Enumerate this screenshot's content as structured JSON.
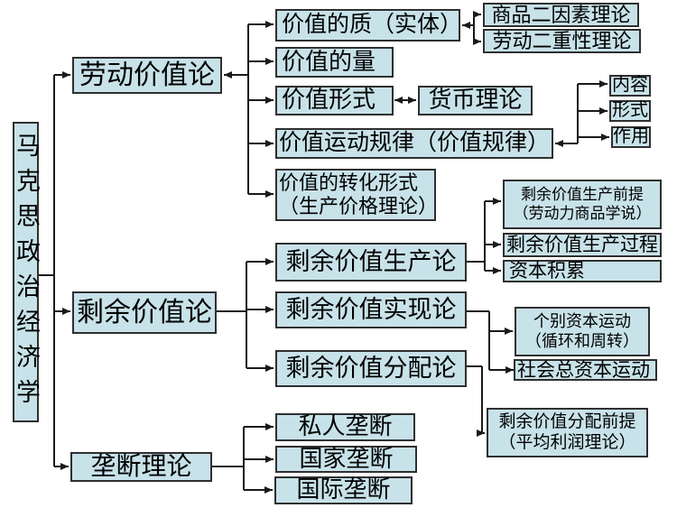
{
  "colors": {
    "box_fill": "#c8e2e9",
    "box_border": "#2f2f2f",
    "line": "#1a1a1a",
    "background": "#ffffff"
  },
  "tree": {
    "root": {
      "label": "马克思政治经济学"
    },
    "branches": [
      {
        "label": "劳动价值论",
        "children": [
          {
            "label": "价值的质（实体）",
            "children": [
              {
                "label": "商品二因素理论"
              },
              {
                "label": "劳动二重性理论"
              }
            ]
          },
          {
            "label": "价值的量"
          },
          {
            "label": "价值形式",
            "children": [
              {
                "label": "货币理论"
              }
            ]
          },
          {
            "label": "价值运动规律（价值规律）",
            "children": [
              {
                "label": "内容"
              },
              {
                "label": "形式"
              },
              {
                "label": "作用"
              }
            ]
          },
          {
            "label": "价值的转化形式\n（生产价格理论）"
          }
        ]
      },
      {
        "label": "剩余价值论",
        "children": [
          {
            "label": "剩余价值生产论",
            "children": [
              {
                "label": "剩余价值生产前提\n（劳动力商品学说）"
              },
              {
                "label": "剩余价值生产过程"
              },
              {
                "label": "资本积累"
              }
            ]
          },
          {
            "label": "剩余价值实现论",
            "children": [
              {
                "label": "个别资本运动\n（循环和周转）"
              },
              {
                "label": "社会总资本运动"
              }
            ]
          },
          {
            "label": "剩余价值分配论",
            "children": [
              {
                "label": "剩余价值分配前提\n（平均利润理论）"
              }
            ]
          }
        ]
      },
      {
        "label": "垄断理论",
        "children": [
          {
            "label": "私人垄断"
          },
          {
            "label": "国家垄断"
          },
          {
            "label": "国际垄断"
          }
        ]
      }
    ]
  }
}
